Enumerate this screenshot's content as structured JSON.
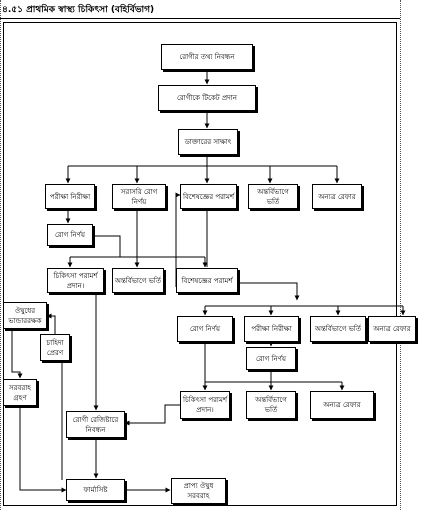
{
  "title": "৪.৫১ প্রাথমিক স্বাস্থ্য চিকিৎসা (বহির্বিভাগ)",
  "nodes": {
    "n1": "রোগীর তথ্য নিবন্ধন",
    "n2": "রোগীকে টিকেট প্রদান",
    "n3": "ডাক্তারের সাক্ষাৎ",
    "n4": "পরীক্ষা নিরীক্ষা",
    "n5": "সরাসরি রোগ নির্ণয়",
    "n6": "বিশেষজ্ঞের পরামর্শ",
    "n7": "অন্তর্বিভাগে ভর্তি",
    "n8": "অন্যত্র রেফার",
    "n9": "রোগ নির্ণয়",
    "n10": "চিকিৎসা পরামর্শ প্রদান।",
    "n11": "অন্তর্বিভাগে ভর্তি",
    "n12": "বিশেষজ্ঞের পরামর্শ",
    "n13": "ঔষুধের ভান্ডাররক্ষক",
    "n14": "চাহিদা প্রেরণ",
    "n15": "সরবরাহ গ্রহণ",
    "n16": "রোগ নির্ণয়",
    "n17": "পরীক্ষা নিরীক্ষা",
    "n18": "অন্তর্বিভাগে ভর্তি",
    "n19": "অন্যত্র রেফার",
    "n20": "রোগ নির্ণয়",
    "n21": "চিকিৎসা পরামর্শ প্রদান।",
    "n22": "অন্তর্বিভাগে ভর্তি",
    "n23": "অন্যত্র রেফার",
    "n24": "রোগী রেজিষ্টারে নিবন্ধন",
    "n25": "ফার্মাসিষ্ট",
    "n26": "প্রাপ্য ঔষুধ সরবরাহ"
  }
}
